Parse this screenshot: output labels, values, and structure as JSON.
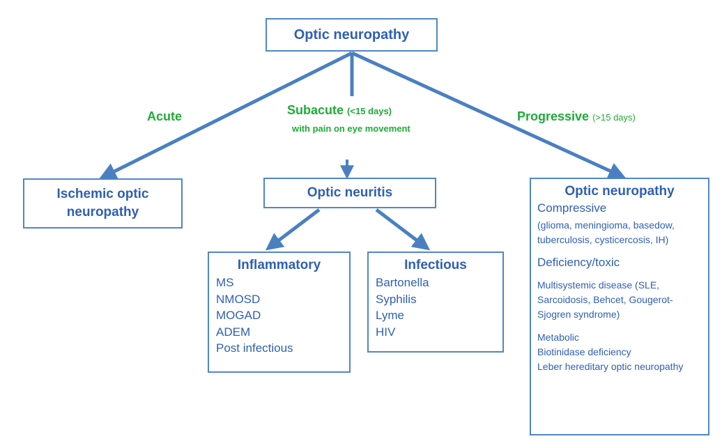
{
  "colors": {
    "arrow": "#4a80c2",
    "box_border": "#4f86c6",
    "box_text": "#2f5fb3",
    "label_green": "#1fab37"
  },
  "root": {
    "title": "Optic neuropathy"
  },
  "branches": {
    "acute": {
      "label": "Acute"
    },
    "subacute": {
      "label": "Subacute",
      "qualifier": "(<15 days)",
      "note": "with pain on eye movement"
    },
    "progressive": {
      "label": "Progressive",
      "qualifier": "(>15 days)"
    }
  },
  "ischemic": {
    "title": "Ischemic optic neuropathy"
  },
  "optic_neuritis": {
    "title": "Optic neuritis"
  },
  "inflammatory": {
    "title": "Inflammatory",
    "items": [
      "MS",
      "NMOSD",
      "MOGAD",
      "ADEM",
      "Post infectious"
    ]
  },
  "infectious": {
    "title": "Infectious",
    "items": [
      "Bartonella",
      "Syphilis",
      "Lyme",
      "HIV"
    ]
  },
  "progressive_box": {
    "title": "Optic neuropathy",
    "compressive": "Compressive",
    "compressive_detail": "(glioma, meningioma, basedow, tuberculosis, cysticercosis, IH)",
    "deficiency": "Deficiency/toxic",
    "multisystemic": "Multisystemic disease (SLE, Sarcoidosis, Behcet, Gougerot-Sjogren syndrome)",
    "metabolic": [
      "Metabolic",
      "Biotinidase deficiency",
      "Leber hereditary optic neuropathy"
    ]
  }
}
